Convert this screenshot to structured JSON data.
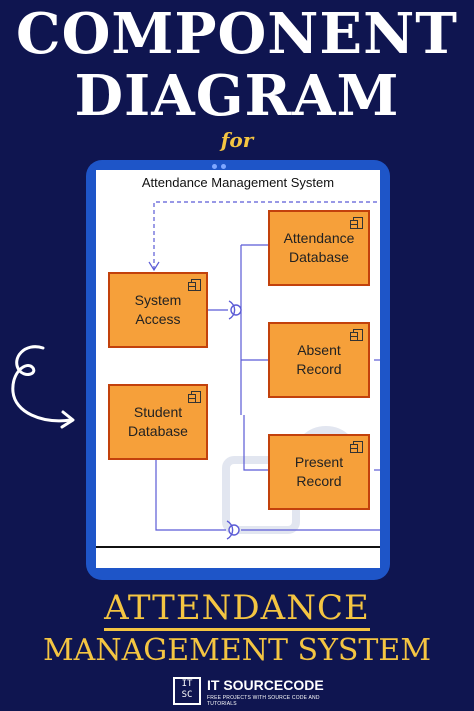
{
  "header": {
    "line1": "COMPONENT",
    "line2": "DIAGRAM",
    "for": "for"
  },
  "diagram": {
    "system_name": "Attendance Management System",
    "components": [
      {
        "id": "system-access",
        "label": "System Access"
      },
      {
        "id": "student-database",
        "label": "Student Database"
      },
      {
        "id": "attendance-database",
        "label": "Attendance Database"
      },
      {
        "id": "absent-record",
        "label": "Absent Record"
      },
      {
        "id": "present-record",
        "label": "Present Record"
      }
    ]
  },
  "footer": {
    "line1": "ATTENDANCE",
    "line2": "MANAGEMENT SYSTEM"
  },
  "brand": {
    "name": "IT SOURCECODE",
    "tagline": "FREE PROJECTS WITH SOURCE CODE AND TUTORIALS",
    "logo_text": "IT SC"
  },
  "colors": {
    "background": "#0f1550",
    "accent_yellow": "#f4c542",
    "tablet_blue": "#1e55c8",
    "component_fill": "#f6a03a",
    "component_border": "#c2410c",
    "connector": "#5b5bd6"
  }
}
